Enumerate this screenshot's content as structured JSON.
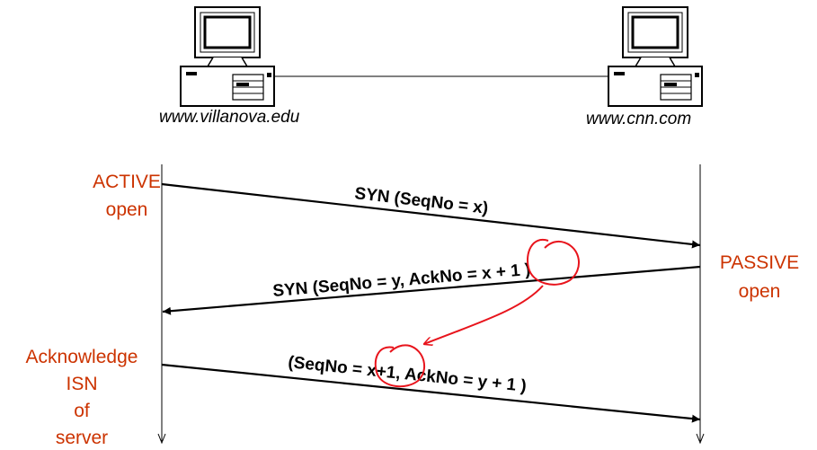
{
  "colors": {
    "label_accent": "#cc3300",
    "annotation": "#e8141c",
    "line": "#000000"
  },
  "hosts": {
    "client": {
      "name": "www.villanova.edu",
      "icon": "desktop-computer-icon"
    },
    "server": {
      "name": "www.cnn.com",
      "icon": "desktop-computer-icon"
    }
  },
  "client_states": {
    "active": [
      "ACTIVE",
      "open"
    ],
    "acknowledge": [
      "Acknowledge",
      "ISN",
      "of",
      "server"
    ]
  },
  "server_states": {
    "passive": [
      "PASSIVE",
      "open"
    ]
  },
  "messages": {
    "syn1": "SYN (SeqNo = x)",
    "synack": "SYN (SeqNo = y, AckNo = x + 1 )",
    "ack": "(SeqNo = x+1, AckNo = y + 1 )"
  }
}
